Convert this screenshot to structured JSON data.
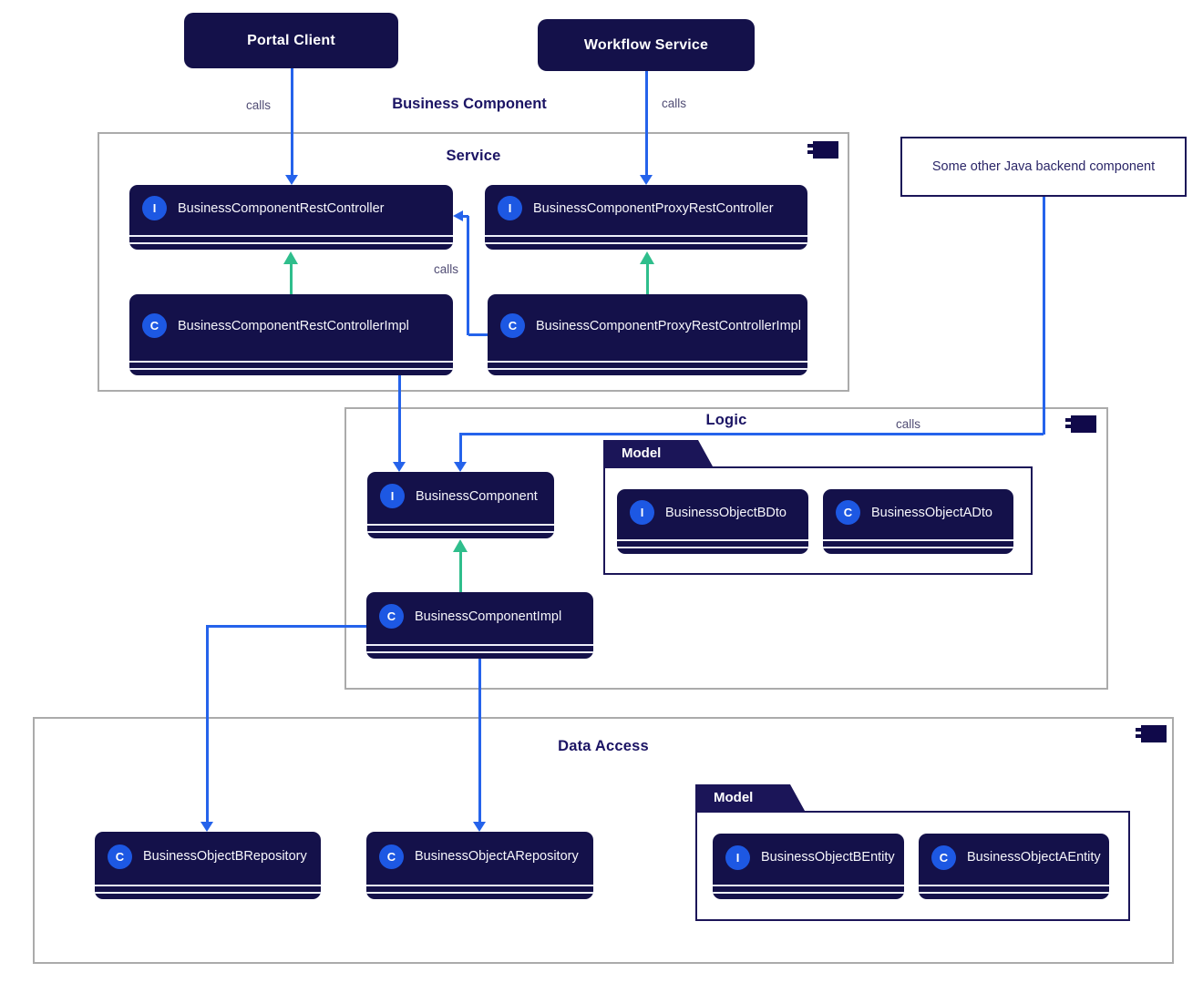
{
  "title": "Business Component",
  "call_label": "calls",
  "model_folder_label": "Model",
  "external_nodes": {
    "portal_client": "Portal Client",
    "workflow_service": "Workflow Service",
    "other_component": "Some other Java backend component"
  },
  "containers": {
    "service": "Service",
    "logic": "Logic",
    "data_access": "Data Access"
  },
  "classes": [
    {
      "name": "BusinessComponentRestController",
      "badge": "I"
    },
    {
      "name": "BusinessComponentProxyRestController",
      "badge": "I"
    },
    {
      "name": "BusinessComponentRestControllerImpl",
      "badge": "C"
    },
    {
      "name": "BusinessComponentProxyRestControllerImpl",
      "badge": "C"
    },
    {
      "name": "BusinessComponent",
      "badge": "I"
    },
    {
      "name": "BusinessComponentImpl",
      "badge": "C"
    },
    {
      "name": "BusinessObjectBDto",
      "badge": "I"
    },
    {
      "name": "BusinessObjectADto",
      "badge": "C"
    },
    {
      "name": "BusinessObjectBRepository",
      "badge": "C"
    },
    {
      "name": "BusinessObjectARepository",
      "badge": "C"
    },
    {
      "name": "BusinessObjectBEntity",
      "badge": "I"
    },
    {
      "name": "BusinessObjectAEntity",
      "badge": "C"
    }
  ],
  "colors": {
    "box_navy": "#14114a",
    "accent_blue": "#2563eb",
    "impl_green": "#2fbe8c",
    "badge_blue": "#1d58e3",
    "title_navy": "#1b1464"
  }
}
